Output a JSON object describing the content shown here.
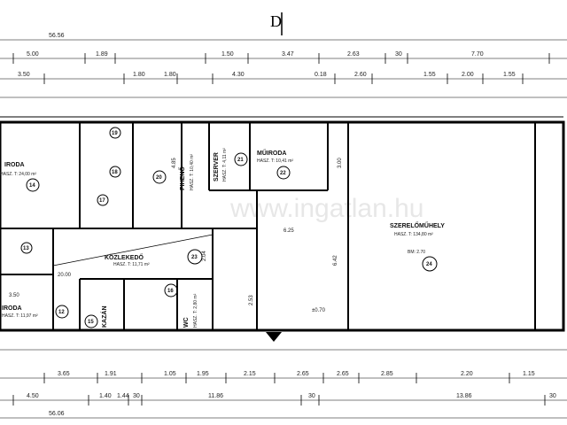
{
  "north_mark": "D",
  "watermark": "www.ingatlan.hu",
  "dims_top": {
    "total": "56.56",
    "row1": [
      "5.00",
      "1.89",
      "1.50",
      "3.47",
      "2.63",
      "30",
      "7.70"
    ],
    "row2": [
      "3.50",
      "1.80",
      "1.80",
      "4.30",
      "0.18",
      "2.60",
      "1.55",
      "2.00",
      "1.55"
    ]
  },
  "dims_bottom": {
    "total": "56.06",
    "row1": [
      "3.65",
      "1.91",
      "1.05",
      "1.95",
      "2.15",
      "2.65",
      "2.65",
      "2.85",
      "2.20",
      "1.15"
    ],
    "row2": [
      "4.50",
      "1.40",
      "1.44",
      "30",
      "11.86",
      "30",
      "13.86",
      "30"
    ]
  },
  "rooms": {
    "iroda_left": {
      "name": "IRODA",
      "area": "HASZ. T: 24,00 m²",
      "num": "14"
    },
    "iroda_low": {
      "name": "IRODA",
      "area": "HASZ. T: 11,97 m²",
      "num": "12"
    },
    "pihenő": {
      "name": "PIHENŐ",
      "area": "HASZ. T: 10,40 m²",
      "num": "20"
    },
    "szerver": {
      "name": "SZERVER",
      "area": "HASZ. T: 4,11 m²",
      "num": "21"
    },
    "muiroda": {
      "name": "MŰIRODA",
      "area": "HASZ. T: 10,41 m²",
      "num": "22"
    },
    "kozlekedo": {
      "name": "KÖZLEKEDŐ",
      "area": "HASZ. T: 11,71 m²",
      "num": "23"
    },
    "szereloműhely": {
      "name": "SZERELŐMŰHELY",
      "area": "HASZ. T: 134,80 m²",
      "height": "BM: 2.70",
      "num": "24"
    },
    "wc": {
      "name": "WC",
      "area": "HASZ. T: 2,80 m²",
      "num": "16"
    },
    "kazan": {
      "name": "KAZÁN",
      "area": "",
      "num": "15"
    }
  },
  "small_nums": [
    "13",
    "17",
    "18",
    "19"
  ],
  "level_mark": "±0.70",
  "internal_dims": [
    "6.25",
    "6.42",
    "3.00",
    "2.04",
    "2.53",
    "4.85",
    "3.50",
    "20.00"
  ]
}
